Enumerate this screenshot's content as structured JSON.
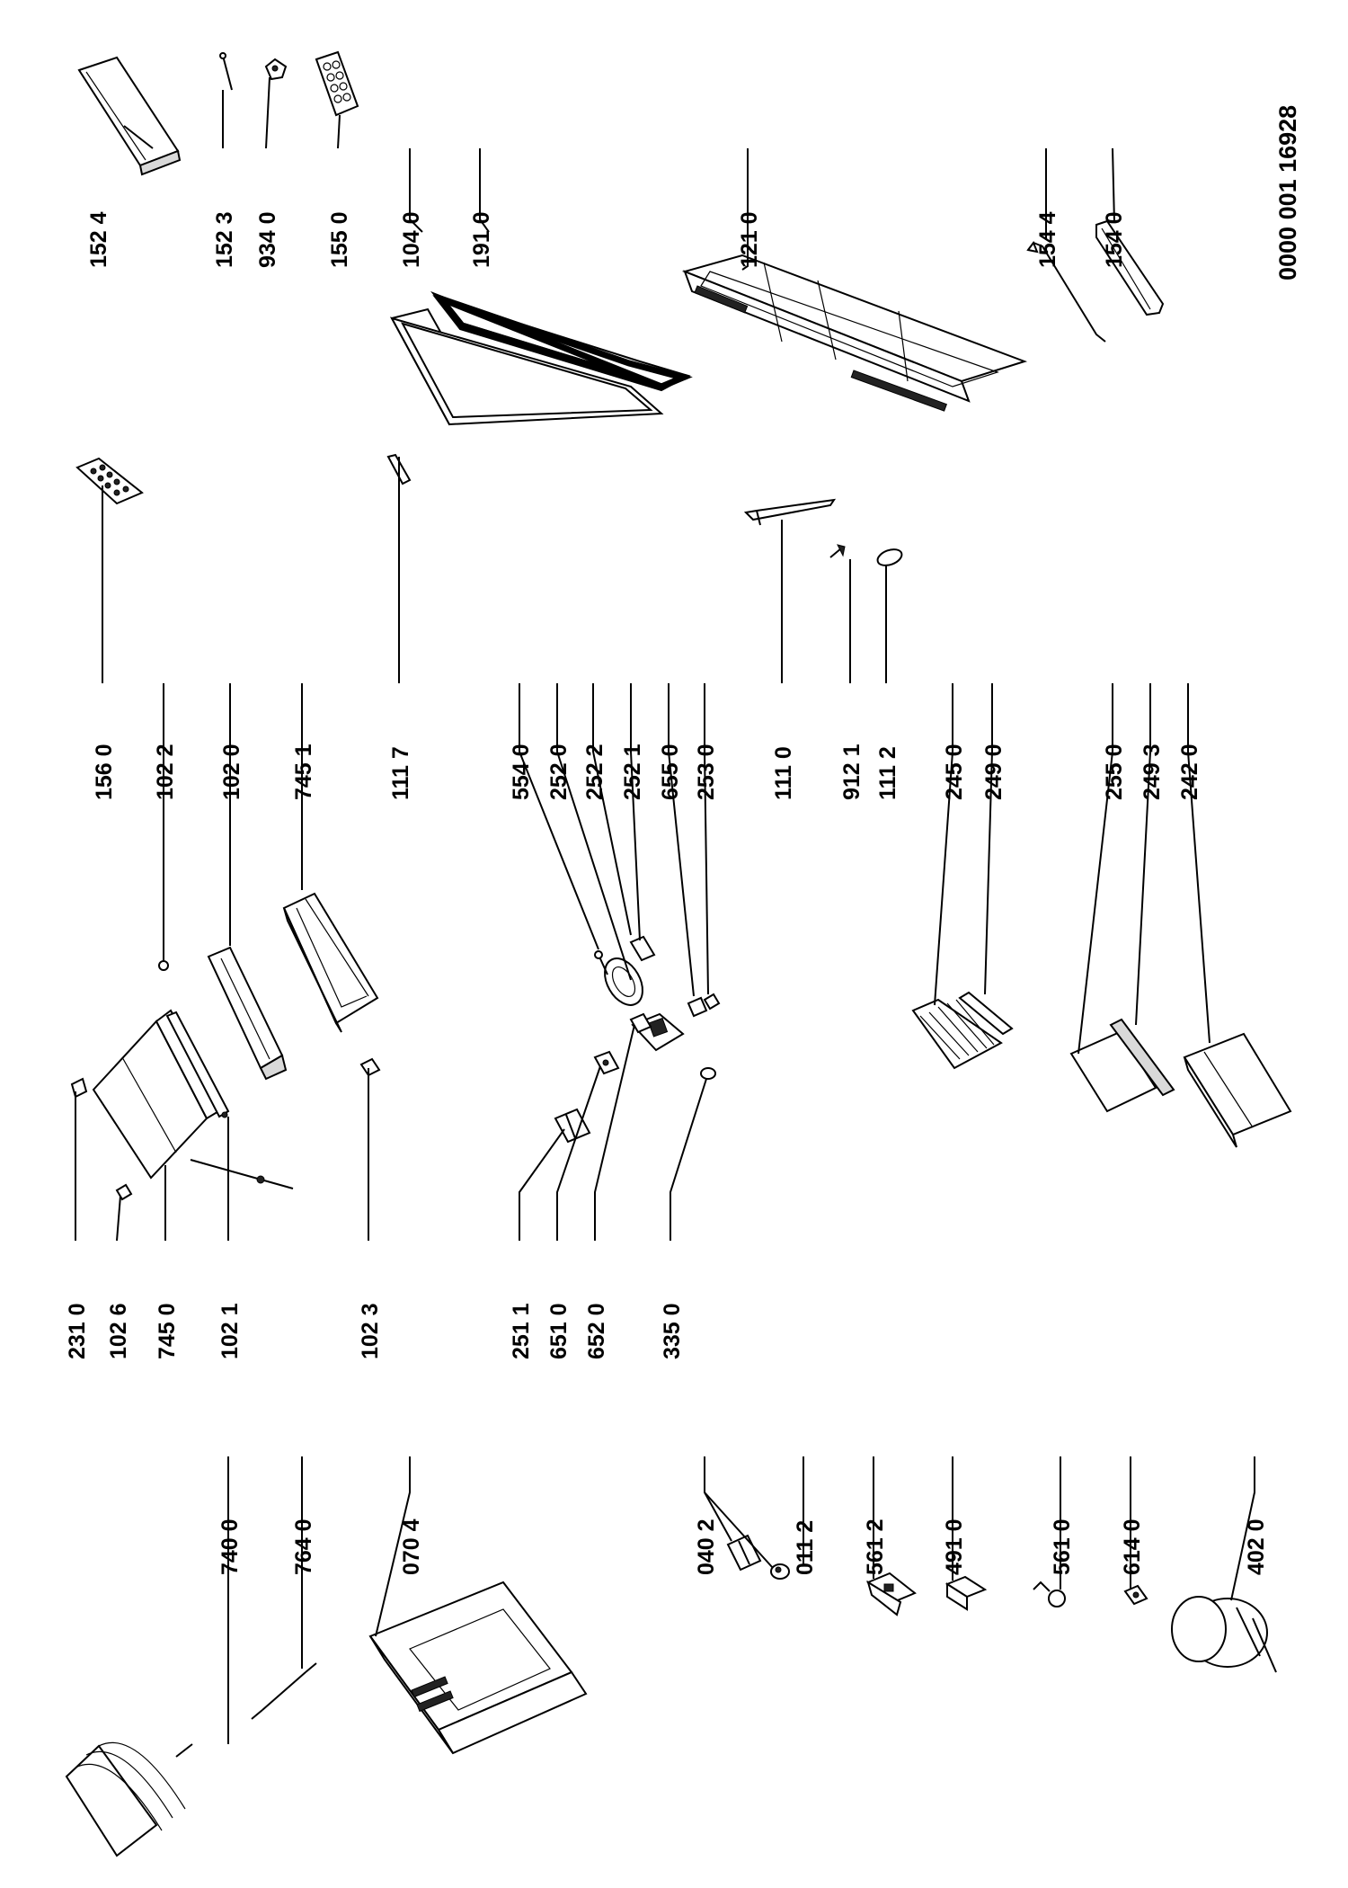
{
  "document_id": "0000 001 16928",
  "parts": [
    {
      "id": "c152_4",
      "label": "152 4"
    },
    {
      "id": "c152_3",
      "label": "152 3"
    },
    {
      "id": "c934_0",
      "label": "934 0"
    },
    {
      "id": "c155_0",
      "label": "155 0"
    },
    {
      "id": "c104_0",
      "label": "104 0"
    },
    {
      "id": "c191_0",
      "label": "191 0"
    },
    {
      "id": "c121_0",
      "label": "121 0"
    },
    {
      "id": "c154_4",
      "label": "154 4"
    },
    {
      "id": "c154_0",
      "label": "154 0"
    },
    {
      "id": "c156_0",
      "label": "156 0"
    },
    {
      "id": "c102_2",
      "label": "102 2"
    },
    {
      "id": "c102_0",
      "label": "102 0"
    },
    {
      "id": "c745_1",
      "label": "745 1"
    },
    {
      "id": "c111_7",
      "label": "111 7"
    },
    {
      "id": "c554_0",
      "label": "554 0"
    },
    {
      "id": "c252_0",
      "label": "252 0"
    },
    {
      "id": "c252_2",
      "label": "252 2"
    },
    {
      "id": "c252_1",
      "label": "252 1"
    },
    {
      "id": "c655_0",
      "label": "655 0"
    },
    {
      "id": "c253_0",
      "label": "253 0"
    },
    {
      "id": "c111_0",
      "label": "111 0"
    },
    {
      "id": "c912_1",
      "label": "912 1"
    },
    {
      "id": "c111_2",
      "label": "111 2"
    },
    {
      "id": "c245_0",
      "label": "245 0"
    },
    {
      "id": "c249_0",
      "label": "249 0"
    },
    {
      "id": "c255_0",
      "label": "255 0"
    },
    {
      "id": "c249_3",
      "label": "249 3"
    },
    {
      "id": "c242_0",
      "label": "242 0"
    },
    {
      "id": "c231_0",
      "label": "231 0"
    },
    {
      "id": "c102_6",
      "label": "102 6"
    },
    {
      "id": "c745_0",
      "label": "745 0"
    },
    {
      "id": "c102_1",
      "label": "102 1"
    },
    {
      "id": "c102_3",
      "label": "102 3"
    },
    {
      "id": "c251_1",
      "label": "251 1"
    },
    {
      "id": "c651_0",
      "label": "651 0"
    },
    {
      "id": "c652_0",
      "label": "652 0"
    },
    {
      "id": "c335_0",
      "label": "335 0"
    },
    {
      "id": "c740_0",
      "label": "740 0"
    },
    {
      "id": "c764_0",
      "label": "764 0"
    },
    {
      "id": "c070_4",
      "label": "070 4"
    },
    {
      "id": "c040_2",
      "label": "040 2"
    },
    {
      "id": "c011_2",
      "label": "011 2"
    },
    {
      "id": "c561_2",
      "label": "561 2"
    },
    {
      "id": "c491_0",
      "label": "491 0"
    },
    {
      "id": "c561_0",
      "label": "561 0"
    },
    {
      "id": "c614_0",
      "label": "614 0"
    },
    {
      "id": "c402_0",
      "label": "402 0"
    }
  ]
}
